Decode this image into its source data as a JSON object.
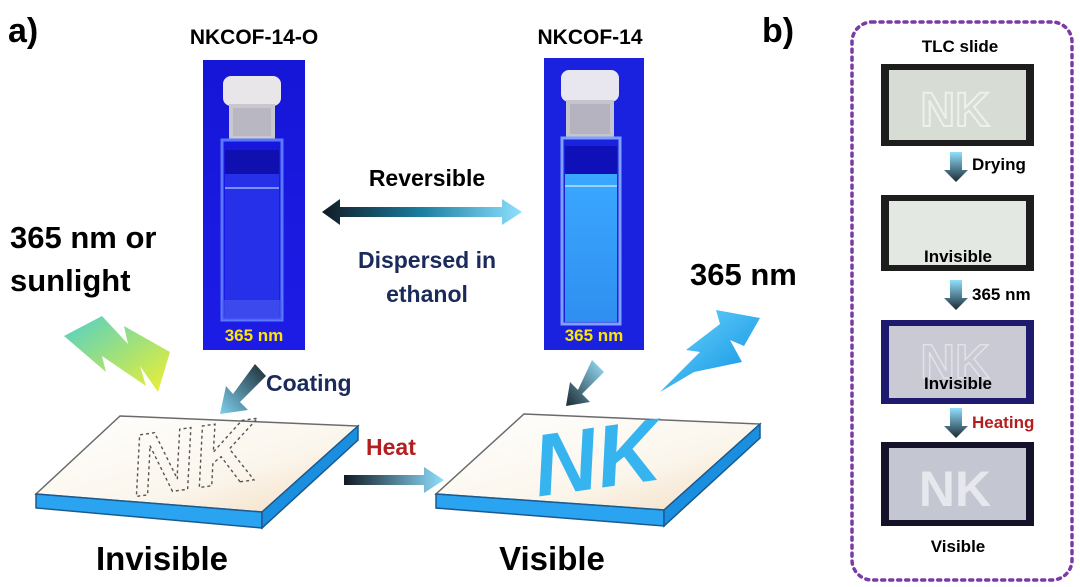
{
  "panel_a": {
    "label": "a)",
    "left_cuvette_title": "NKCOF-14-O",
    "right_cuvette_title": "NKCOF-14",
    "left_cuvette_tag": "365 nm",
    "right_cuvette_tag": "365 nm",
    "reversible": "Reversible",
    "dispersed_line1": "Dispersed in",
    "dispersed_line2": "ethanol",
    "left_light_line1": "365 nm or",
    "left_light_line2": "sunlight",
    "right_light": "365 nm",
    "coating": "Coating",
    "heat": "Heat",
    "invisible": "Invisible",
    "visible": "Visible",
    "plate_text": "NK"
  },
  "panel_b": {
    "label": "b)",
    "title": "TLC slide",
    "step1": "Drying",
    "step2": "365 nm",
    "step3": "Heating",
    "slide2": "Invisible",
    "slide3": "Invisible",
    "slide4": "Visible",
    "slide_text": "NK"
  },
  "colors": {
    "accent_red": "#b41e1e",
    "text_navy": "#1a2a5a",
    "cuvette_tag": "#ffe600",
    "dotted_border": "#7a3aa8",
    "uv_blue": "#1a22e0"
  }
}
